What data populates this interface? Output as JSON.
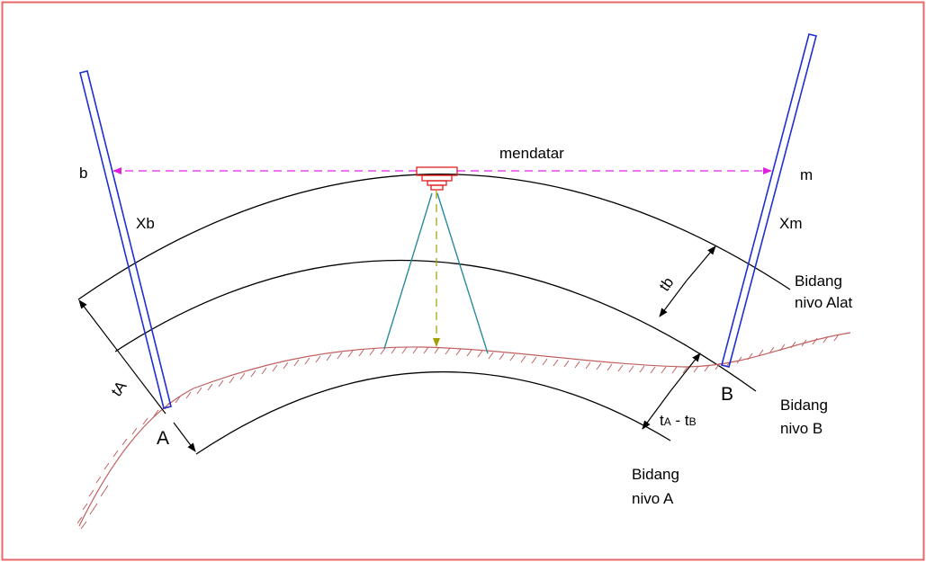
{
  "labels": {
    "b": "b",
    "m": "m",
    "horizontal": "mendatar",
    "xb": "Xb",
    "xm": "Xm",
    "tb": "tb",
    "ta": "tA",
    "ta_minus_tb_t": "t",
    "ta_minus_tb_a": "A",
    "ta_minus_tb_mid": " - t",
    "ta_minus_tb_b": "B",
    "point_a": "A",
    "point_b": "B",
    "level_alat_line1": "Bidang",
    "level_alat_line2": "nivo Alat",
    "level_b_line1": "Bidang",
    "level_b_line2": "nivo B",
    "level_a_line1": "Bidang",
    "level_a_line2": "nivo A"
  },
  "colors": {
    "border": "#e8686a",
    "staff": "#1f2fd0",
    "horizontal_line": "#e020e0",
    "tripod": "#2a8a9a",
    "instrument": "#e02020",
    "plumb_line": "#a0a000",
    "ground": "#b84848",
    "level_lines": "#000000"
  },
  "icons": {
    "instrument": "leveling-instrument-icon",
    "staff": "leveling-staff-icon"
  }
}
